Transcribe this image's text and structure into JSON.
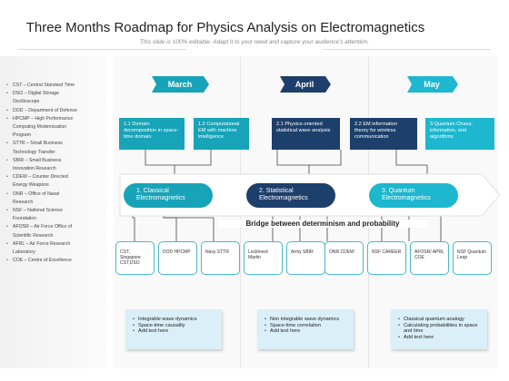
{
  "title": "Three Months Roadmap for Physics Analysis on Electromagnetics",
  "subtitle": "This slide is 100% editable. Adapt it to your need and capture your audience's attention.",
  "glossary": [
    {
      "text": "CST – Central Standard Time",
      "bullet": true
    },
    {
      "text": "DSO – Digital Storage",
      "bullet": true
    },
    {
      "text": "Oscilloscope",
      "bullet": false
    },
    {
      "text": "DOD – Department of Defence",
      "bullet": true
    },
    {
      "text": "HPCMP – High Performance",
      "bullet": true
    },
    {
      "text": "Computing Modernization",
      "bullet": false
    },
    {
      "text": "Program",
      "bullet": false
    },
    {
      "text": "STTR – Small Business",
      "bullet": true
    },
    {
      "text": "Technology Transfer",
      "bullet": false
    },
    {
      "text": "SBIR – Small Business",
      "bullet": true
    },
    {
      "text": "Innovation Research",
      "bullet": false
    },
    {
      "text": "CDEW – Counter Directed",
      "bullet": true
    },
    {
      "text": "Energy Weapons",
      "bullet": false
    },
    {
      "text": "ONR – Office of Naval",
      "bullet": true
    },
    {
      "text": "Research",
      "bullet": false
    },
    {
      "text": "NSF – National Science",
      "bullet": true
    },
    {
      "text": "Foundation",
      "bullet": false
    },
    {
      "text": "AFOSR – Air Force Office of",
      "bullet": true
    },
    {
      "text": "Scientific Research",
      "bullet": false
    },
    {
      "text": "AFRL – Air Force Research",
      "bullet": true
    },
    {
      "text": "Laboratory",
      "bullet": false
    },
    {
      "text": "COE – Centre of Excellence",
      "bullet": true
    }
  ],
  "months": [
    "March",
    "April",
    "May"
  ],
  "tasks": [
    "1.1 Domain decomposition in space-time domain",
    "1.2 Computational EM with machine intelligence",
    "2.1 Physics-oriented statistical wave analysis",
    "2.2 EM information theory for wireless communication",
    "3 Quantum Chaos, information, and algorithms"
  ],
  "stages": [
    "1. Classical Electromagnetics",
    "2. Statistical Electromagnetics",
    "3. Quantum Electromagnetics"
  ],
  "bridge": "Bridge between determinism and probability",
  "agencies": [
    "CST, Singapore CST,DSO",
    "DOD HPCMP",
    "Navy STTR",
    "Lockheed Martin",
    "Army SBIR",
    "ONR CDEW",
    "NSF CAREER",
    "AFOSR/ APRL COE",
    "NSF Quantum Leap"
  ],
  "notes": [
    [
      "Integrable wave dynamics",
      "Space-time causality",
      "Add text here"
    ],
    [
      "Non integrable wave dynamics",
      "Space-time correlation",
      "Add text here"
    ],
    [
      "Classical quantum analogy",
      "Calculating probabilities in space and time",
      "Add text here"
    ]
  ],
  "colors": {
    "cyan": "#17a3b8",
    "navy": "#1d3f6b",
    "light_cyan": "#1db7cf",
    "note_bg": "#daeff7"
  }
}
